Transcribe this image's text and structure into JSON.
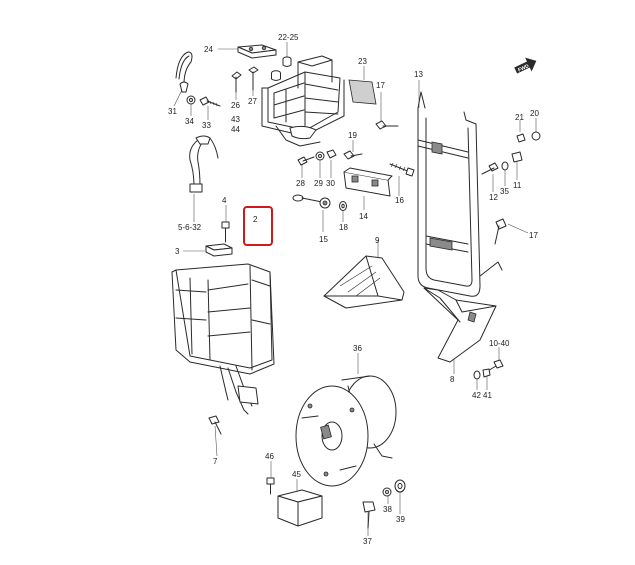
{
  "part_labels": [
    "24",
    "22-25",
    "23",
    "31",
    "26",
    "27",
    "34",
    "33",
    "43",
    "44",
    "17",
    "13",
    "19",
    "28",
    "29",
    "30",
    "5-6-32",
    "4",
    "2",
    "3",
    "15",
    "18",
    "14",
    "16",
    "9",
    "21",
    "20",
    "11",
    "35",
    "12",
    "17",
    "10-40",
    "8",
    "42",
    "41",
    "36",
    "7",
    "46",
    "45",
    "38",
    "39",
    "37"
  ],
  "highlighted_part": "2",
  "colors": {
    "highlight": "#d0181e",
    "line": "#2a2a2a",
    "background": "#ffffff"
  },
  "icons": {
    "front_arrow": "front-direction-arrow-icon"
  }
}
